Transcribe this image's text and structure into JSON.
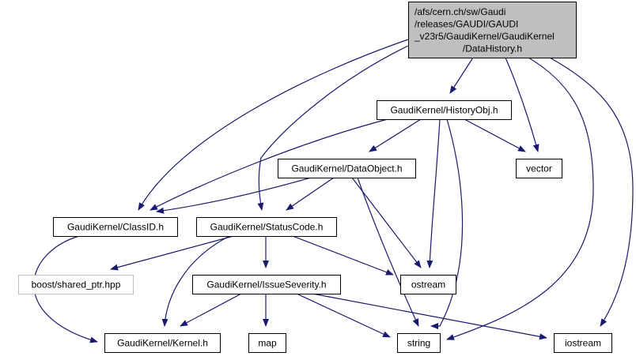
{
  "diagram": {
    "type": "include-dependency-graph",
    "colors": {
      "edge": "#191970",
      "root_fill": "#bfbfbf",
      "node_fill": "#ffffff",
      "node_border": "#000000",
      "external_border": "#bfbfbf"
    },
    "nodes": [
      {
        "id": "root",
        "lines": [
          "/afs/cern.ch/sw/Gaudi",
          "/releases/GAUDI/GAUDI",
          "_v23r5/GaudiKernel/GaudiKernel",
          "/DataHistory.h"
        ],
        "style": "root"
      },
      {
        "id": "historyobj",
        "lines": [
          "GaudiKernel/HistoryObj.h"
        ],
        "style": "normal"
      },
      {
        "id": "vector",
        "lines": [
          "vector"
        ],
        "style": "normal"
      },
      {
        "id": "dataobject",
        "lines": [
          "GaudiKernel/DataObject.h"
        ],
        "style": "normal"
      },
      {
        "id": "classid",
        "lines": [
          "GaudiKernel/ClassID.h"
        ],
        "style": "normal"
      },
      {
        "id": "statuscode",
        "lines": [
          "GaudiKernel/StatusCode.h"
        ],
        "style": "normal"
      },
      {
        "id": "boost",
        "lines": [
          "boost/shared_ptr.hpp"
        ],
        "style": "external"
      },
      {
        "id": "issueseverity",
        "lines": [
          "GaudiKernel/IssueSeverity.h"
        ],
        "style": "normal"
      },
      {
        "id": "ostream",
        "lines": [
          "ostream"
        ],
        "style": "normal"
      },
      {
        "id": "kernel",
        "lines": [
          "GaudiKernel/Kernel.h"
        ],
        "style": "normal"
      },
      {
        "id": "map",
        "lines": [
          "map"
        ],
        "style": "normal"
      },
      {
        "id": "string",
        "lines": [
          "string"
        ],
        "style": "normal"
      },
      {
        "id": "iostream",
        "lines": [
          "iostream"
        ],
        "style": "normal"
      }
    ],
    "edges": [
      {
        "from": "root",
        "to": "historyobj"
      },
      {
        "from": "root",
        "to": "vector"
      },
      {
        "from": "root",
        "to": "classid"
      },
      {
        "from": "root",
        "to": "statuscode"
      },
      {
        "from": "root",
        "to": "string"
      },
      {
        "from": "root",
        "to": "iostream"
      },
      {
        "from": "historyobj",
        "to": "dataobject"
      },
      {
        "from": "historyobj",
        "to": "classid"
      },
      {
        "from": "historyobj",
        "to": "vector"
      },
      {
        "from": "historyobj",
        "to": "ostream"
      },
      {
        "from": "historyobj",
        "to": "string"
      },
      {
        "from": "dataobject",
        "to": "classid"
      },
      {
        "from": "dataobject",
        "to": "statuscode"
      },
      {
        "from": "dataobject",
        "to": "ostream"
      },
      {
        "from": "dataobject",
        "to": "string"
      },
      {
        "from": "classid",
        "to": "kernel"
      },
      {
        "from": "statuscode",
        "to": "boost"
      },
      {
        "from": "statuscode",
        "to": "issueseverity"
      },
      {
        "from": "statuscode",
        "to": "ostream"
      },
      {
        "from": "statuscode",
        "to": "kernel"
      },
      {
        "from": "issueseverity",
        "to": "kernel"
      },
      {
        "from": "issueseverity",
        "to": "map"
      },
      {
        "from": "issueseverity",
        "to": "string"
      },
      {
        "from": "issueseverity",
        "to": "iostream"
      }
    ]
  }
}
